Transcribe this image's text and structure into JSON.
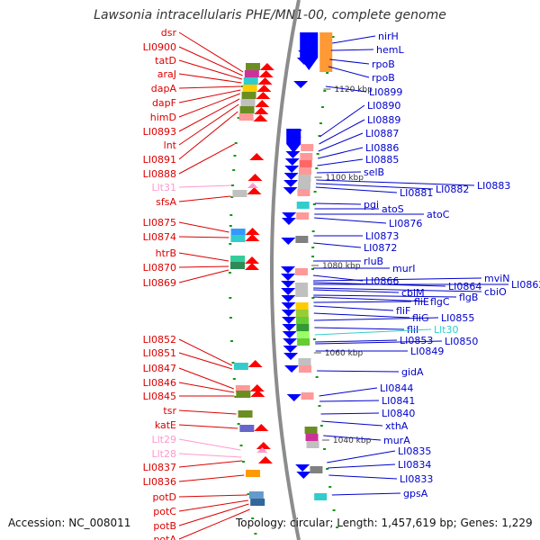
{
  "title": "Lawsonia intracellularis PHE/MN1-00, complete genome",
  "footer": {
    "accession": "Accession: NC_008011",
    "stats": "Topology: circular; Length: 1,457,619 bp; Genes: 1,229"
  },
  "colors": {
    "background": "#ffffff",
    "backbone": "#8c8c8c",
    "left_labels": "#dd0000",
    "right_labels": "#0000cc",
    "rna_left": "#ff99cc",
    "rna_right": "#33cccc",
    "tick": "#119911",
    "reverse_strand_arrows": "#ff0000",
    "forward_strand_arrows": "#0000ff"
  },
  "left_labels": [
    {
      "text": "dsr",
      "rna": false
    },
    {
      "text": "LI0900",
      "rna": false
    },
    {
      "text": "tatD",
      "rna": false
    },
    {
      "text": "araJ",
      "rna": false
    },
    {
      "text": "dapA",
      "rna": false
    },
    {
      "text": "dapF",
      "rna": false
    },
    {
      "text": "himD",
      "rna": false
    },
    {
      "text": "LI0893",
      "rna": false
    },
    {
      "text": "lnt",
      "rna": false
    },
    {
      "text": "LI0891",
      "rna": false
    },
    {
      "text": "LI0888",
      "rna": false
    },
    {
      "text": "Llt31",
      "rna": true
    },
    {
      "text": "sfsA",
      "rna": false
    },
    {
      "text": "LI0875",
      "rna": false
    },
    {
      "text": "LI0874",
      "rna": false
    },
    {
      "text": "htrB",
      "rna": false
    },
    {
      "text": "LI0870",
      "rna": false
    },
    {
      "text": "LI0869",
      "rna": false
    },
    {
      "text": "LI0852",
      "rna": false
    },
    {
      "text": "LI0851",
      "rna": false
    },
    {
      "text": "LI0847",
      "rna": false
    },
    {
      "text": "LI0846",
      "rna": false
    },
    {
      "text": "LI0845",
      "rna": false
    },
    {
      "text": "tsr",
      "rna": false
    },
    {
      "text": "katE",
      "rna": false
    },
    {
      "text": "Llt29",
      "rna": true
    },
    {
      "text": "Llt28",
      "rna": true
    },
    {
      "text": "LI0837",
      "rna": false
    },
    {
      "text": "LI0836",
      "rna": false
    },
    {
      "text": "potD",
      "rna": false
    },
    {
      "text": "potC",
      "rna": false
    },
    {
      "text": "potB",
      "rna": false
    },
    {
      "text": "potA",
      "rna": false
    }
  ],
  "right_labels": [
    {
      "text": "nirH",
      "rna": false
    },
    {
      "text": "hemL",
      "rna": false
    },
    {
      "text": "rpoB",
      "rna": false
    },
    {
      "text": "rpoB",
      "rna": false
    },
    {
      "text": "LI0899",
      "rna": false
    },
    {
      "text": "LI0890",
      "rna": false
    },
    {
      "text": "LI0889",
      "rna": false
    },
    {
      "text": "LI0887",
      "rna": false
    },
    {
      "text": "LI0886",
      "rna": false
    },
    {
      "text": "LI0885",
      "rna": false
    },
    {
      "text": "selB",
      "rna": false
    },
    {
      "text": "LI0883",
      "rna": false
    },
    {
      "text": "LI0882",
      "rna": false
    },
    {
      "text": "LI0881",
      "rna": false
    },
    {
      "text": "pgi",
      "rna": false
    },
    {
      "text": "atoS",
      "rna": false
    },
    {
      "text": "atoC",
      "rna": false
    },
    {
      "text": "LI0876",
      "rna": false
    },
    {
      "text": "LI0873",
      "rna": false
    },
    {
      "text": "LI0872",
      "rna": false
    },
    {
      "text": "rluB",
      "rna": false
    },
    {
      "text": "murI",
      "rna": false
    },
    {
      "text": "LI0866",
      "rna": false
    },
    {
      "text": "mviN",
      "rna": false
    },
    {
      "text": "LI0862",
      "rna": false
    },
    {
      "text": "LI0864",
      "rna": false
    },
    {
      "text": "cbiO",
      "rna": false
    },
    {
      "text": "cbiM",
      "rna": false
    },
    {
      "text": "flgB",
      "rna": false
    },
    {
      "text": "flgC",
      "rna": false
    },
    {
      "text": "fliE",
      "rna": false
    },
    {
      "text": "fliF",
      "rna": false
    },
    {
      "text": "fliG",
      "rna": false
    },
    {
      "text": "LI0855",
      "rna": false
    },
    {
      "text": "fliI",
      "rna": false
    },
    {
      "text": "Llt30",
      "rna": true
    },
    {
      "text": "LI0853",
      "rna": false
    },
    {
      "text": "LI0850",
      "rna": false
    },
    {
      "text": "LI0849",
      "rna": false
    },
    {
      "text": "gidA",
      "rna": false
    },
    {
      "text": "LI0844",
      "rna": false
    },
    {
      "text": "LI0841",
      "rna": false
    },
    {
      "text": "LI0840",
      "rna": false
    },
    {
      "text": "xthA",
      "rna": false
    },
    {
      "text": "murA",
      "rna": false
    },
    {
      "text": "LI0835",
      "rna": false
    },
    {
      "text": "LI0834",
      "rna": false
    },
    {
      "text": "LI0833",
      "rna": false
    },
    {
      "text": "gpsA",
      "rna": false
    }
  ],
  "position_ticks": [
    "1120 kbp",
    "1100 kbp",
    "1080 kbp",
    "1060 kbp",
    "1040 kbp"
  ]
}
